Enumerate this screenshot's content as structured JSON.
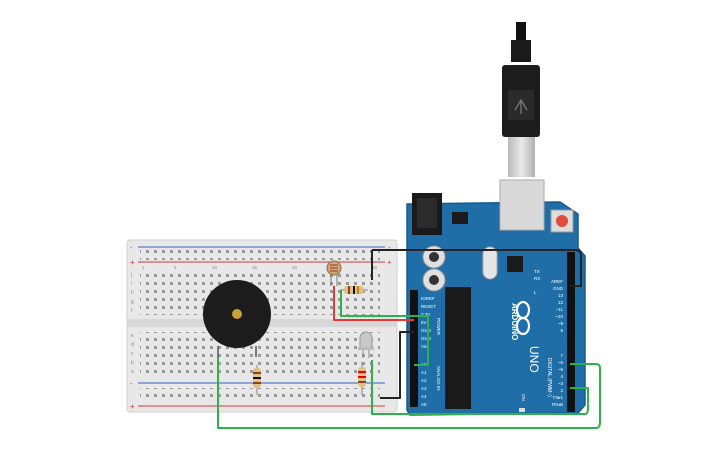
{
  "arduino": {
    "brand": "ARDUINO",
    "model": "UNO",
    "power_header": [
      "IOREF",
      "RESET",
      "3.3V",
      "5V",
      "GND",
      "GND",
      "Vin"
    ],
    "power_title": "POWER",
    "analog_header": [
      "A0",
      "A1",
      "A2",
      "A3",
      "A4",
      "A5"
    ],
    "analog_title": "ANALOG IN",
    "digital_header": [
      "AREF",
      "GND",
      "13",
      "12",
      "~11",
      "~10",
      "~9",
      "8",
      "7",
      "~6",
      "~5",
      "4",
      "~3",
      "2",
      "TX▸1",
      "RX◂0"
    ],
    "digital_title": "DIGITAL (PWM~)",
    "led_labels": [
      "L",
      "TX",
      "RX"
    ],
    "on_label": "ON"
  },
  "breadboard": {
    "row_letters_top": [
      "j",
      "i",
      "h",
      "g",
      "f"
    ],
    "row_letters_bottom": [
      "e",
      "d",
      "c",
      "b",
      "a"
    ],
    "rail_plus": "+",
    "rail_minus": "-",
    "column_numbers": [
      "1",
      "5",
      "10",
      "15",
      "20",
      "25",
      "30"
    ]
  },
  "colors": {
    "board": "#1f6ea8",
    "board_dark": "#175a8a",
    "breadboard": "#ececec",
    "wire_red": "#e53935",
    "wire_green": "#2eb04a",
    "wire_black": "#222222",
    "buzzer": "#222222"
  },
  "icons": [
    "usb-plug-icon",
    "buzzer-icon",
    "photoresistor-icon",
    "resistor-icon",
    "led-icon",
    "reset-button-icon"
  ]
}
